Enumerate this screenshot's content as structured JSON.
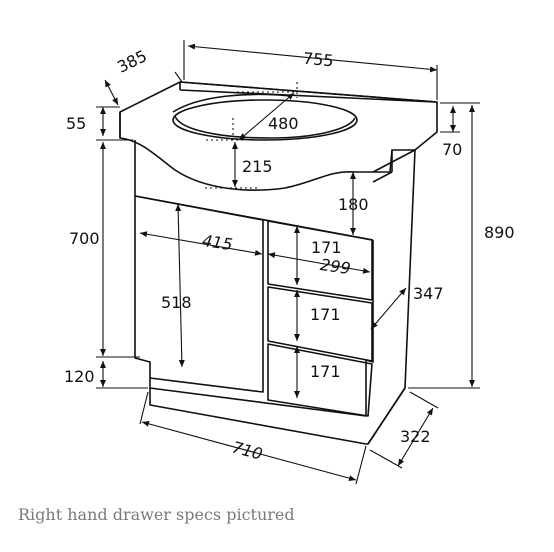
{
  "dimensions": {
    "top_depth": "385",
    "top_width": "755",
    "basin_diameter": "480",
    "top_thickness_left": "55",
    "top_thickness_right": "70",
    "bowl_depth": "215",
    "drawer_top_height": "180",
    "carcass_height": "700",
    "overall_height": "890",
    "door_width": "415",
    "drawer_width": "299",
    "door_height": "518",
    "drawer_height_1": "171",
    "drawer_height_2": "171",
    "drawer_height_3": "171",
    "drawer_depth": "347",
    "kick_height": "120",
    "base_width": "710",
    "base_depth": "322"
  },
  "caption": "Right hand drawer specs pictured"
}
